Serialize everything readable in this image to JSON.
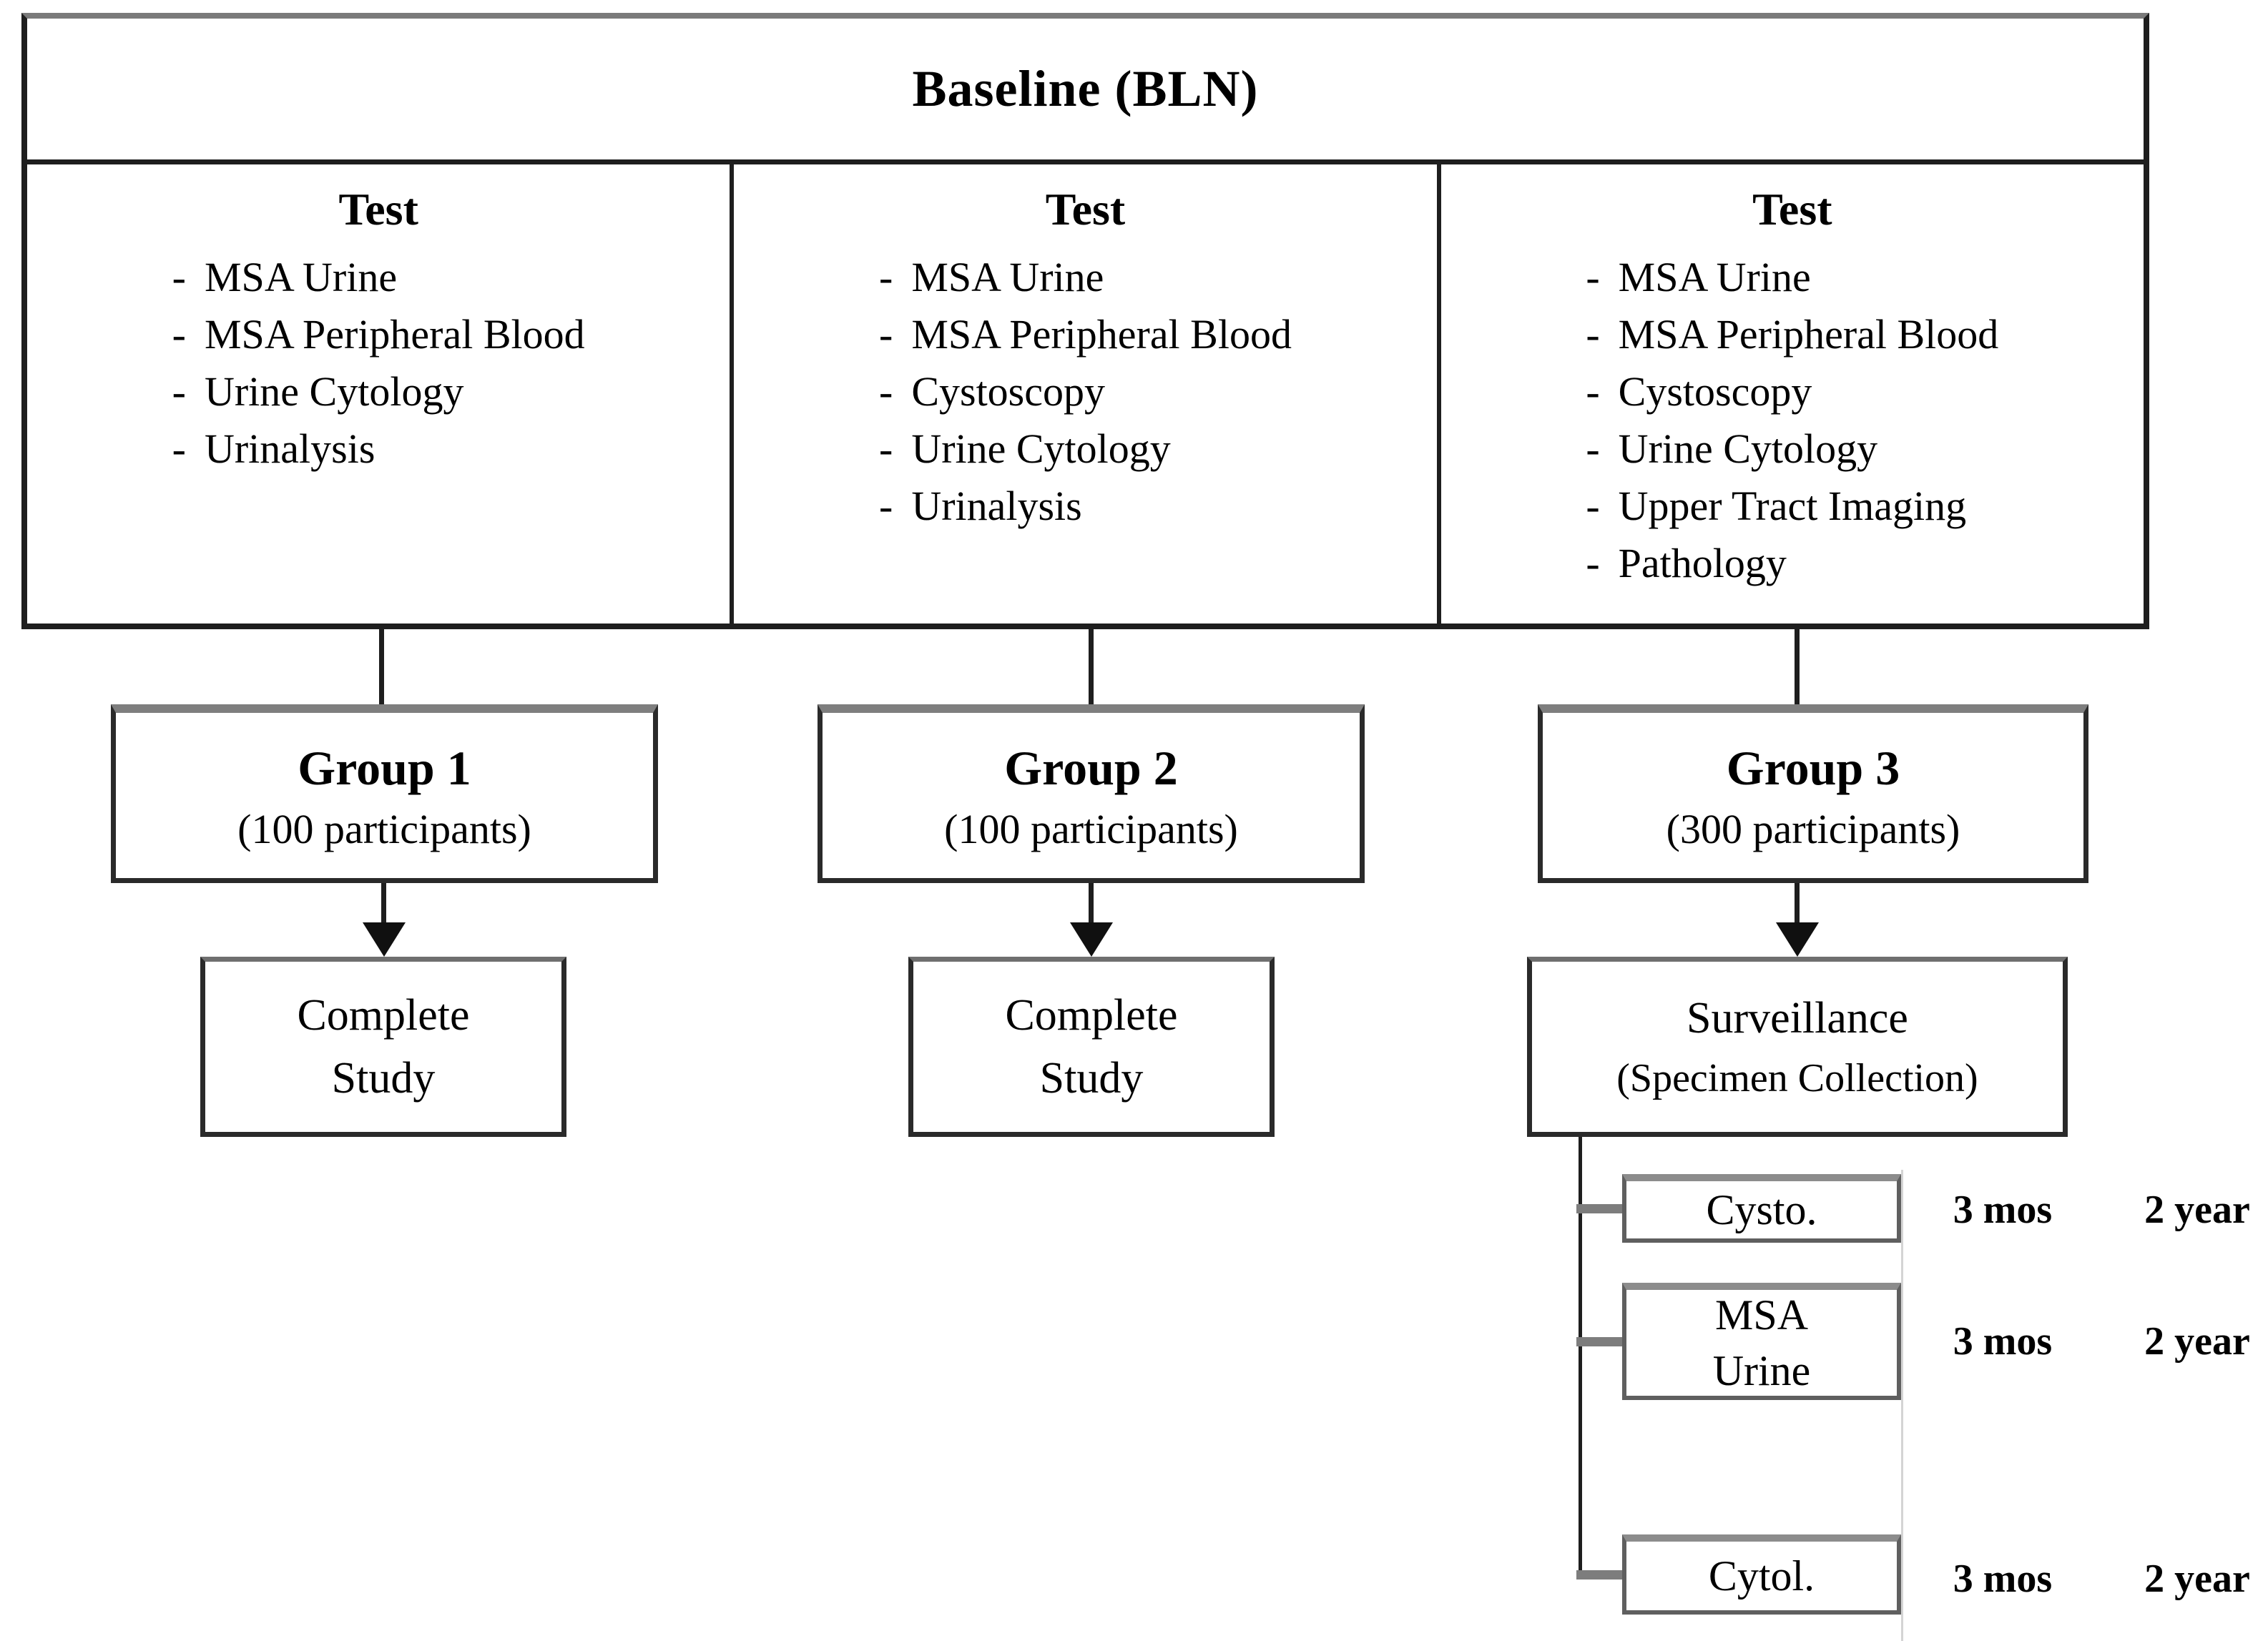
{
  "diagram": {
    "bullet": "-",
    "header": {
      "title": "Baseline (BLN)"
    },
    "columns": [
      {
        "heading": "Test",
        "items": [
          "MSA Urine",
          "MSA Peripheral Blood",
          "Urine Cytology",
          "Urinalysis"
        ]
      },
      {
        "heading": "Test",
        "items": [
          "MSA Urine",
          "MSA Peripheral Blood",
          "Cystoscopy",
          "Urine Cytology",
          "Urinalysis"
        ]
      },
      {
        "heading": "Test",
        "items": [
          "MSA Urine",
          "MSA Peripheral Blood",
          "Cystoscopy",
          "Urine Cytology",
          "Upper Tract Imaging",
          "Pathology"
        ]
      }
    ],
    "groups": [
      {
        "name": "Group 1",
        "participants": "(100 participants)",
        "outcome": {
          "line1": "Complete",
          "line2": "Study"
        }
      },
      {
        "name": "Group 2",
        "participants": "(100 participants)",
        "outcome": {
          "line1": "Complete",
          "line2": "Study"
        }
      },
      {
        "name": "Group 3",
        "participants": "(300 participants)",
        "outcome": {
          "line1": "Surveillance",
          "line2": "(Specimen Collection)"
        }
      }
    ],
    "surveillance_schedule": [
      {
        "test": "Cysto.",
        "frequency": "3 mos",
        "duration": "2 year"
      },
      {
        "test": "MSA Urine",
        "frequency": "3 mos",
        "duration": "2 year"
      },
      {
        "test": "Cytol.",
        "frequency": "3 mos",
        "duration": "2 year"
      }
    ]
  }
}
